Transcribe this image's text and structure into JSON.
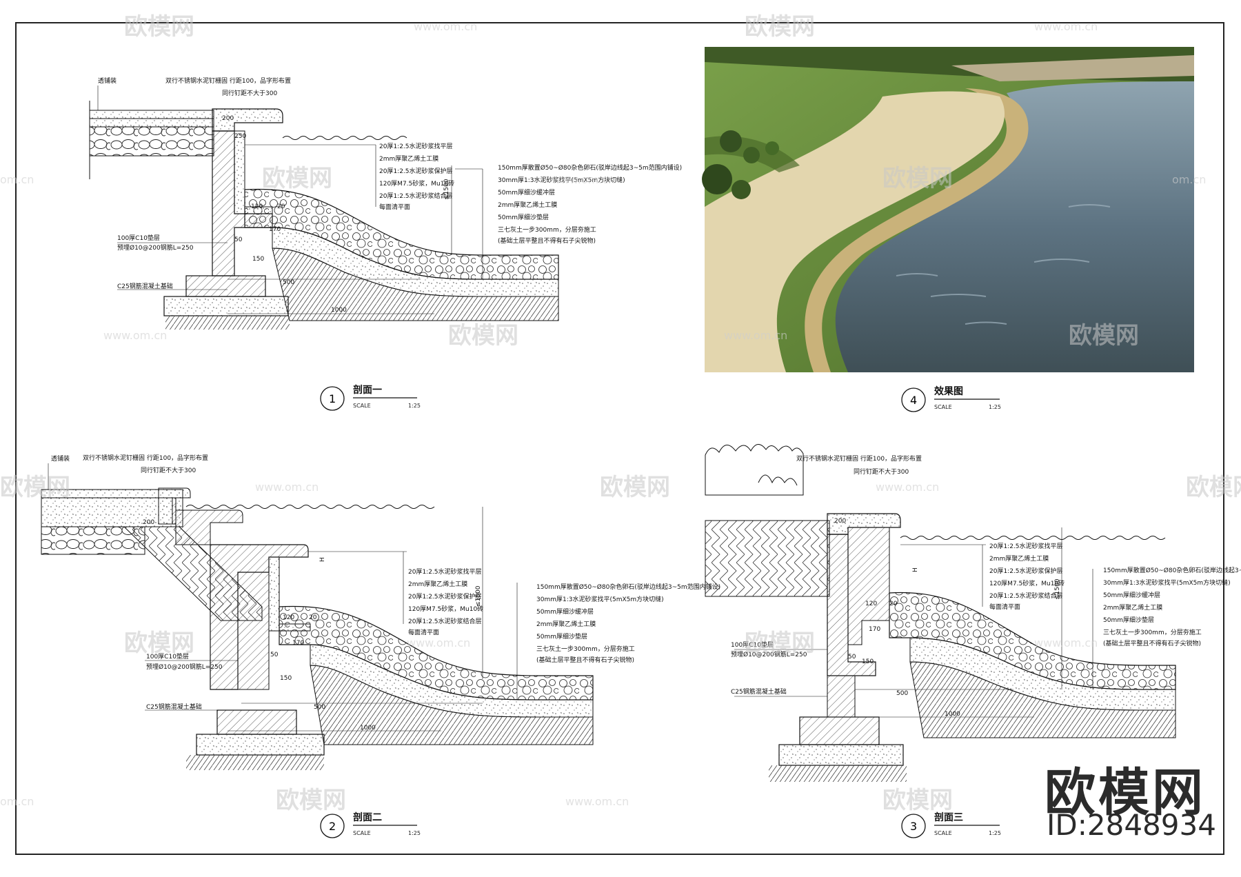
{
  "sections": [
    {
      "number": "1",
      "title": "剖面一",
      "scale_label": "SCALE",
      "scale": "1:25",
      "top_notes": {
        "left_label": "透铺装",
        "rail": "双行不锈钢水泥钉栅固 行距100，品字形布置",
        "spacing": "同行钉距不大于300"
      },
      "layers_left": [
        "20厚1:2.5水泥砂浆找平层",
        "2mm厚聚乙烯土工膜",
        "20厚1:2.5水泥砂浆保护层",
        "120厚M7.5砂浆，Mu10砖",
        "20厚1:2.5水泥砂浆结合层",
        "每面清平面"
      ],
      "layers_right": [
        "150mm厚散置Ø50~Ø80杂色卵石(驳岸边线起3~5m范围内铺设)",
        "30mm厚1:3水泥砂浆找平(5mX5m方块切缝)",
        "50mm厚细沙缓冲层",
        "2mm厚聚乙烯土工膜",
        "50mm厚细沙垫层",
        "三七灰土一步300mm，分层夯施工",
        "(基础土层平整且不得有石子尖锐物)"
      ],
      "bottom_notes": {
        "cushion": "100厚C10垫层",
        "rebar": "预埋Ø10@200钢筋L=250",
        "foundation": "C25钢筋混凝土基础"
      },
      "dims": {
        "d200": "200",
        "d250": "250",
        "d120": "120",
        "d20": "20",
        "d170": "170",
        "d50": "50",
        "d150": "150",
        "d500": "500",
        "d1000": "1000",
        "d1500": "≤1500"
      }
    },
    {
      "number": "2",
      "title": "剖面二",
      "scale_label": "SCALE",
      "scale": "1:25",
      "top_notes": {
        "left_label": "透铺装",
        "rail": "双行不锈钢水泥钉栅固 行距100，品字形布置",
        "spacing": "同行钉距不大于300"
      },
      "layers_left": [
        "20厚1:2.5水泥砂浆找平层",
        "2mm厚聚乙烯土工膜",
        "20厚1:2.5水泥砂浆保护层",
        "120厚M7.5砂浆，Mu10砖",
        "20厚1:2.5水泥砂浆结合层",
        "每面清平面"
      ],
      "layers_right": [
        "150mm厚散置Ø50~Ø80杂色卵石(驳岸边线起3~5m范围内铺设)",
        "30mm厚1:3水泥砂浆找平(5mX5m方块切缝)",
        "50mm厚细沙缓冲层",
        "2mm厚聚乙烯土工膜",
        "50mm厚细沙垫层",
        "三七灰土一步300mm，分层夯施工",
        "(基础土层平整且不得有石子尖锐物)"
      ],
      "bottom_notes": {
        "cushion": "100厚C10垫层",
        "rebar": "预埋Ø10@200钢筋L=250",
        "foundation": "C25钢筋混凝土基础"
      },
      "dims": {
        "d200": "200",
        "d120": "120",
        "d20": "20",
        "d170": "170",
        "d50": "50",
        "d150": "150",
        "d500": "500",
        "d1000": "1000",
        "d1500": "≤1500",
        "dH": "H"
      }
    },
    {
      "number": "3",
      "title": "剖面三",
      "scale_label": "SCALE",
      "scale": "1:25",
      "top_notes": {
        "rail": "双行不锈钢水泥钉栅固 行距100，品字形布置",
        "spacing": "同行钉距不大于300"
      },
      "layers_left": [
        "20厚1:2.5水泥砂浆找平层",
        "2mm厚聚乙烯土工膜",
        "20厚1:2.5水泥砂浆保护层",
        "120厚M7.5砂浆，Mu10砖",
        "20厚1:2.5水泥砂浆结合层",
        "每面清平面"
      ],
      "layers_right": [
        "150mm厚散置Ø50~Ø80杂色卵石(驳岸边线起3~",
        "30mm厚1:3水泥砂浆找平(5mX5m方块切缝)",
        "50mm厚细沙缓冲层",
        "2mm厚聚乙烯土工膜",
        "50mm厚细沙垫层",
        "三七灰土一步300mm，分层夯施工",
        "(基础土层平整且不得有石子尖锐物)"
      ],
      "bottom_notes": {
        "cushion": "100厚C10垫层",
        "rebar": "预埋Ø10@200钢筋L=250",
        "foundation": "C25钢筋混凝土基础"
      },
      "dims": {
        "d200": "200",
        "d120": "120",
        "d20": "20",
        "d170": "170",
        "d50": "50",
        "d150": "150",
        "d500": "500",
        "d1000": "1000",
        "d1500": "≤1500",
        "dH": "H"
      }
    },
    {
      "number": "4",
      "title": "效果图",
      "scale_label": "SCALE",
      "scale": "1:25"
    }
  ],
  "watermarks": {
    "brand": "欧模网",
    "url": "www.om.cn",
    "fragment": "om.cn"
  },
  "brand_corner": {
    "name": "欧模网",
    "id": "ID:2848934"
  },
  "colors": {
    "line": "#111111",
    "grass": "#6f8f3a",
    "water": "#5e7482",
    "path": "#d8c8a0",
    "curb": "#8a7a58"
  }
}
